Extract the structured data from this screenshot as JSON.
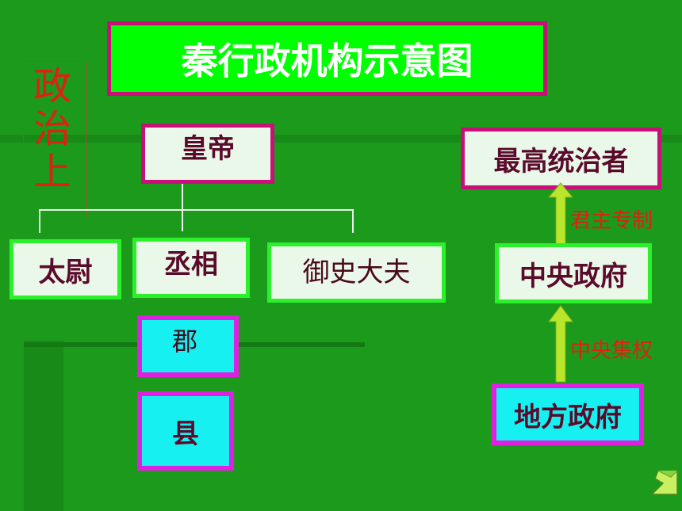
{
  "title": "秦行政机构示意图",
  "side_label": "政治上",
  "left_tree": {
    "emperor": "皇帝",
    "officials": [
      "太尉",
      "丞相",
      "御史大夫"
    ],
    "local": [
      "郡",
      "县"
    ]
  },
  "right_chain": {
    "top": "最高统治者",
    "middle": "中央政府",
    "bottom": "地方政府",
    "arrow_upper_label": "君主专制",
    "arrow_lower_label": "中央集权"
  },
  "colors": {
    "background": "#1c9a1c",
    "title_bg": "#00ff00",
    "pink_border": "#c8107a",
    "cyan_fill": "#17f0f0",
    "label_red": "#e02010"
  },
  "icons": {
    "nav": "return-arrow-icon"
  }
}
